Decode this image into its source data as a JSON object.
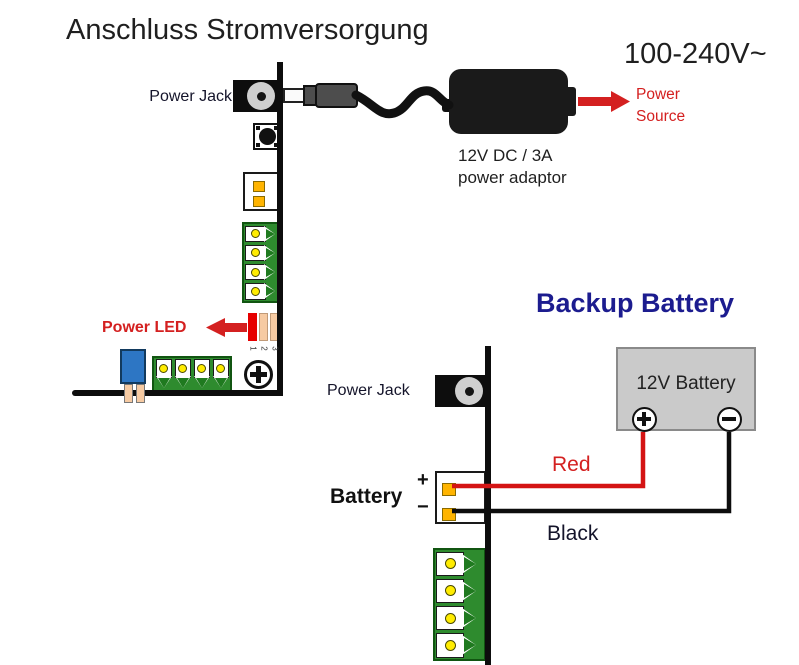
{
  "title": "Anschluss Stromversorgung",
  "mains_voltage": "100-240V~",
  "adapter": {
    "caption_line1": "12V DC / 3A",
    "caption_line2": "power adaptor",
    "power_source_line1": "Power",
    "power_source_line2": "Source"
  },
  "board_top": {
    "power_jack_label": "Power Jack",
    "power_led_label": "Power LED",
    "led_pin_numbers": [
      "1",
      "2",
      "3"
    ]
  },
  "backup": {
    "title": "Backup Battery",
    "power_jack_label": "Power Jack",
    "battery_label": "Battery",
    "plus": "+",
    "minus": "−",
    "battery_box_label": "12V Battery",
    "wire_red_label": "Red",
    "wire_black_label": "Black"
  },
  "colors": {
    "accent_red": "#d42020",
    "backup_title_navy": "#1c1c8f",
    "terminal_green": "#2e8b2e",
    "pin_yellow": "#ffec00",
    "connector_orange": "#ffb400",
    "component_blue": "#2d76c4",
    "battery_gray": "#cacaca",
    "led_tan": "#f6caa2"
  }
}
